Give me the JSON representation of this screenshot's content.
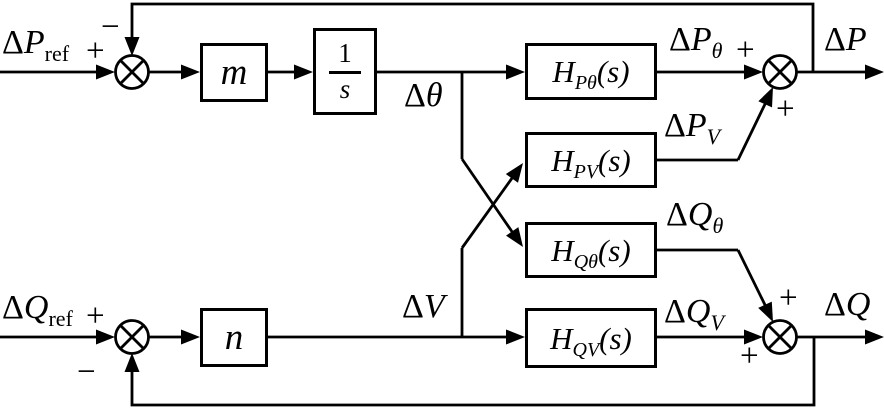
{
  "diagram": {
    "type": "control-block-diagram",
    "description_visible_text_only": true
  },
  "blocks": {
    "m": {
      "label": "m"
    },
    "integrator": {
      "numerator": "1",
      "denominator": "s"
    },
    "h_p_theta": {
      "name": "H",
      "sub": "Pθ",
      "arg": "(s)"
    },
    "h_pv": {
      "name": "H",
      "sub": "PV",
      "arg": "(s)"
    },
    "h_q_theta": {
      "name": "H",
      "sub": "Qθ",
      "arg": "(s)"
    },
    "h_qv": {
      "name": "H",
      "sub": "QV",
      "arg": "(s)"
    },
    "n": {
      "label": "n"
    }
  },
  "signals": {
    "p_ref": {
      "delta": "Δ",
      "var": "P",
      "sub": "ref"
    },
    "q_ref": {
      "delta": "Δ",
      "var": "Q",
      "sub": "ref"
    },
    "theta": {
      "delta": "Δ",
      "var": "θ"
    },
    "v": {
      "delta": "Δ",
      "var": "V"
    },
    "p_theta": {
      "delta": "Δ",
      "var": "P",
      "sub": "θ"
    },
    "p_v": {
      "delta": "Δ",
      "var": "P",
      "sub": "V"
    },
    "q_theta": {
      "delta": "Δ",
      "var": "Q",
      "sub": "θ"
    },
    "q_v": {
      "delta": "Δ",
      "var": "Q",
      "sub": "V"
    },
    "p_out": {
      "delta": "Δ",
      "var": "P"
    },
    "q_out": {
      "delta": "Δ",
      "var": "Q"
    }
  },
  "signs": {
    "j1_plus": "+",
    "j1_minus": "−",
    "j2_plus_upper": "+",
    "j2_plus_lower": "+",
    "j3_plus": "+",
    "j3_minus": "−",
    "j4_plus_upper": "+",
    "j4_plus_lower": "+"
  },
  "colors": {
    "line": "#000000",
    "background": "#ffffff"
  }
}
